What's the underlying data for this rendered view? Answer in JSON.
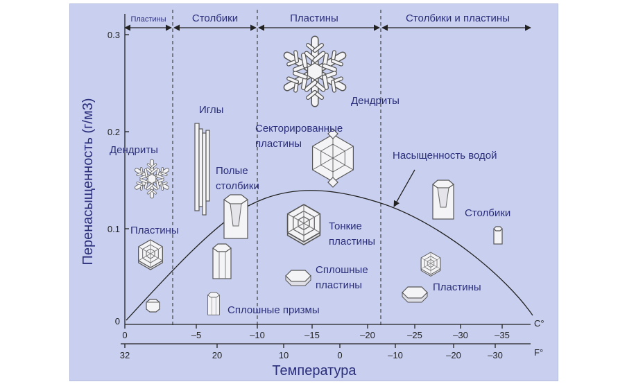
{
  "regions": [
    "Пластины",
    "Столбики",
    "Пластины",
    "Столбики и пластины"
  ],
  "axes": {
    "y_label": "Перенасыщенность (г/м3)",
    "y_ticks": [
      "0.3",
      "0.2",
      "0.1",
      "0"
    ],
    "celsius_ticks": [
      "0",
      "–5",
      "–10",
      "–15",
      "–20",
      "–25",
      "–30",
      "–35"
    ],
    "celsius_unit": "C°",
    "fahrenheit_ticks": [
      "32",
      "20",
      "10",
      "0",
      "–10",
      "–20",
      "–30"
    ],
    "fahrenheit_unit": "F°",
    "x_label": "Температура"
  },
  "labels": {
    "dendrites_left": "Дендриты",
    "plates_left": "Пластины",
    "needles": "Иглы",
    "hollow_columns_1": "Полые",
    "hollow_columns_2": "столбики",
    "solid_prisms": "Сплошные призмы",
    "sectored_1": "Секторированные",
    "sectored_2": "пластины",
    "dendrites_top": "Дендриты",
    "thin_plates_1": "Тонкие",
    "thin_plates_2": "пластины",
    "solid_plates_1": "Сплошные",
    "solid_plates_2": "пластины",
    "water_saturation": "Насыщенность водой",
    "columns_right": "Столбики",
    "plates_right": "Пластины"
  }
}
